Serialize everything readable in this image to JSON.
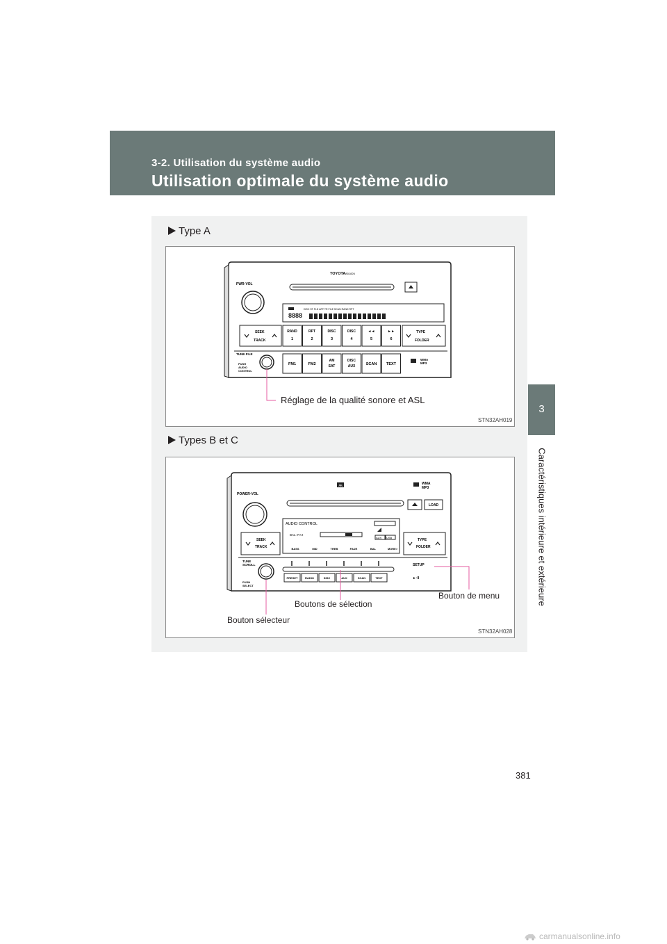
{
  "header": {
    "section": "3-2. Utilisation du système audio",
    "title": "Utilisation optimale du système audio"
  },
  "side_tab": {
    "number": "3",
    "label": "Caractéristiques intérieure et extérieure"
  },
  "page_number": "381",
  "type_a": {
    "heading": "Type A",
    "figure_code": "STN32AH019",
    "callout": "Réglage de la qualité sonore et ASL",
    "device": {
      "brand": "TOYOTA",
      "model": "A51826",
      "pwr_vol": "PWR·VOL",
      "tune_file": "TUNE·FILE",
      "push_audio_control": [
        "PUSH",
        "AUDIO",
        "CONTROL"
      ],
      "seek": "SEEK",
      "track": "TRACK",
      "type": "TYPE",
      "folder": "FOLDER",
      "buttons_top": [
        [
          "RAND",
          "1"
        ],
        [
          "RPT",
          "2"
        ],
        [
          "DISC",
          "3"
        ],
        [
          "DISC",
          "4"
        ],
        [
          "◄◄",
          "5"
        ],
        [
          "►►",
          "6"
        ]
      ],
      "buttons_bottom": [
        [
          "FM1"
        ],
        [
          "FM2"
        ],
        [
          "AM",
          "SAT"
        ],
        [
          "DISC",
          "AUX"
        ],
        [
          "SCAN"
        ],
        [
          "TEXT"
        ]
      ],
      "indicators": "DISC  ST  FLD  ART  TR  FILE  SCAN  RAND  RPT",
      "wma_mp3": [
        "WMA",
        "MP3"
      ]
    }
  },
  "type_bc": {
    "heading": "Types B et C",
    "figure_code": "STN32AH028",
    "callouts": {
      "select_button": "Bouton sélecteur",
      "selection_buttons": "Boutons de sélection",
      "menu_button": "Bouton de menu"
    },
    "device": {
      "brand": "JBL",
      "power_vol": "POWER·VOL",
      "load": "LOAD",
      "tune_scroll": [
        "TUNE",
        "SCROLL"
      ],
      "push_select": [
        "PUSH",
        "SELECT"
      ],
      "seek": "SEEK",
      "track": "TRACK",
      "type": "TYPE",
      "folder": "FOLDER",
      "screen_title": "AUDIO CONTROL",
      "screen_bal": "BAL: R+2",
      "screen_menu": [
        "BASS",
        "MID",
        "TREB",
        "FADE",
        "BAL",
        "MORE>"
      ],
      "screen_icons": [
        "AUX",
        "USB"
      ],
      "setup": "SETUP",
      "play_pause": "►·II",
      "buttons": [
        "PRESET",
        "RADIO",
        "DISC",
        "AUX",
        "SCAN",
        "TEXT"
      ],
      "wma_mp3": [
        "WMA",
        "MP3"
      ]
    }
  },
  "watermark": "carmanualsonline.info"
}
